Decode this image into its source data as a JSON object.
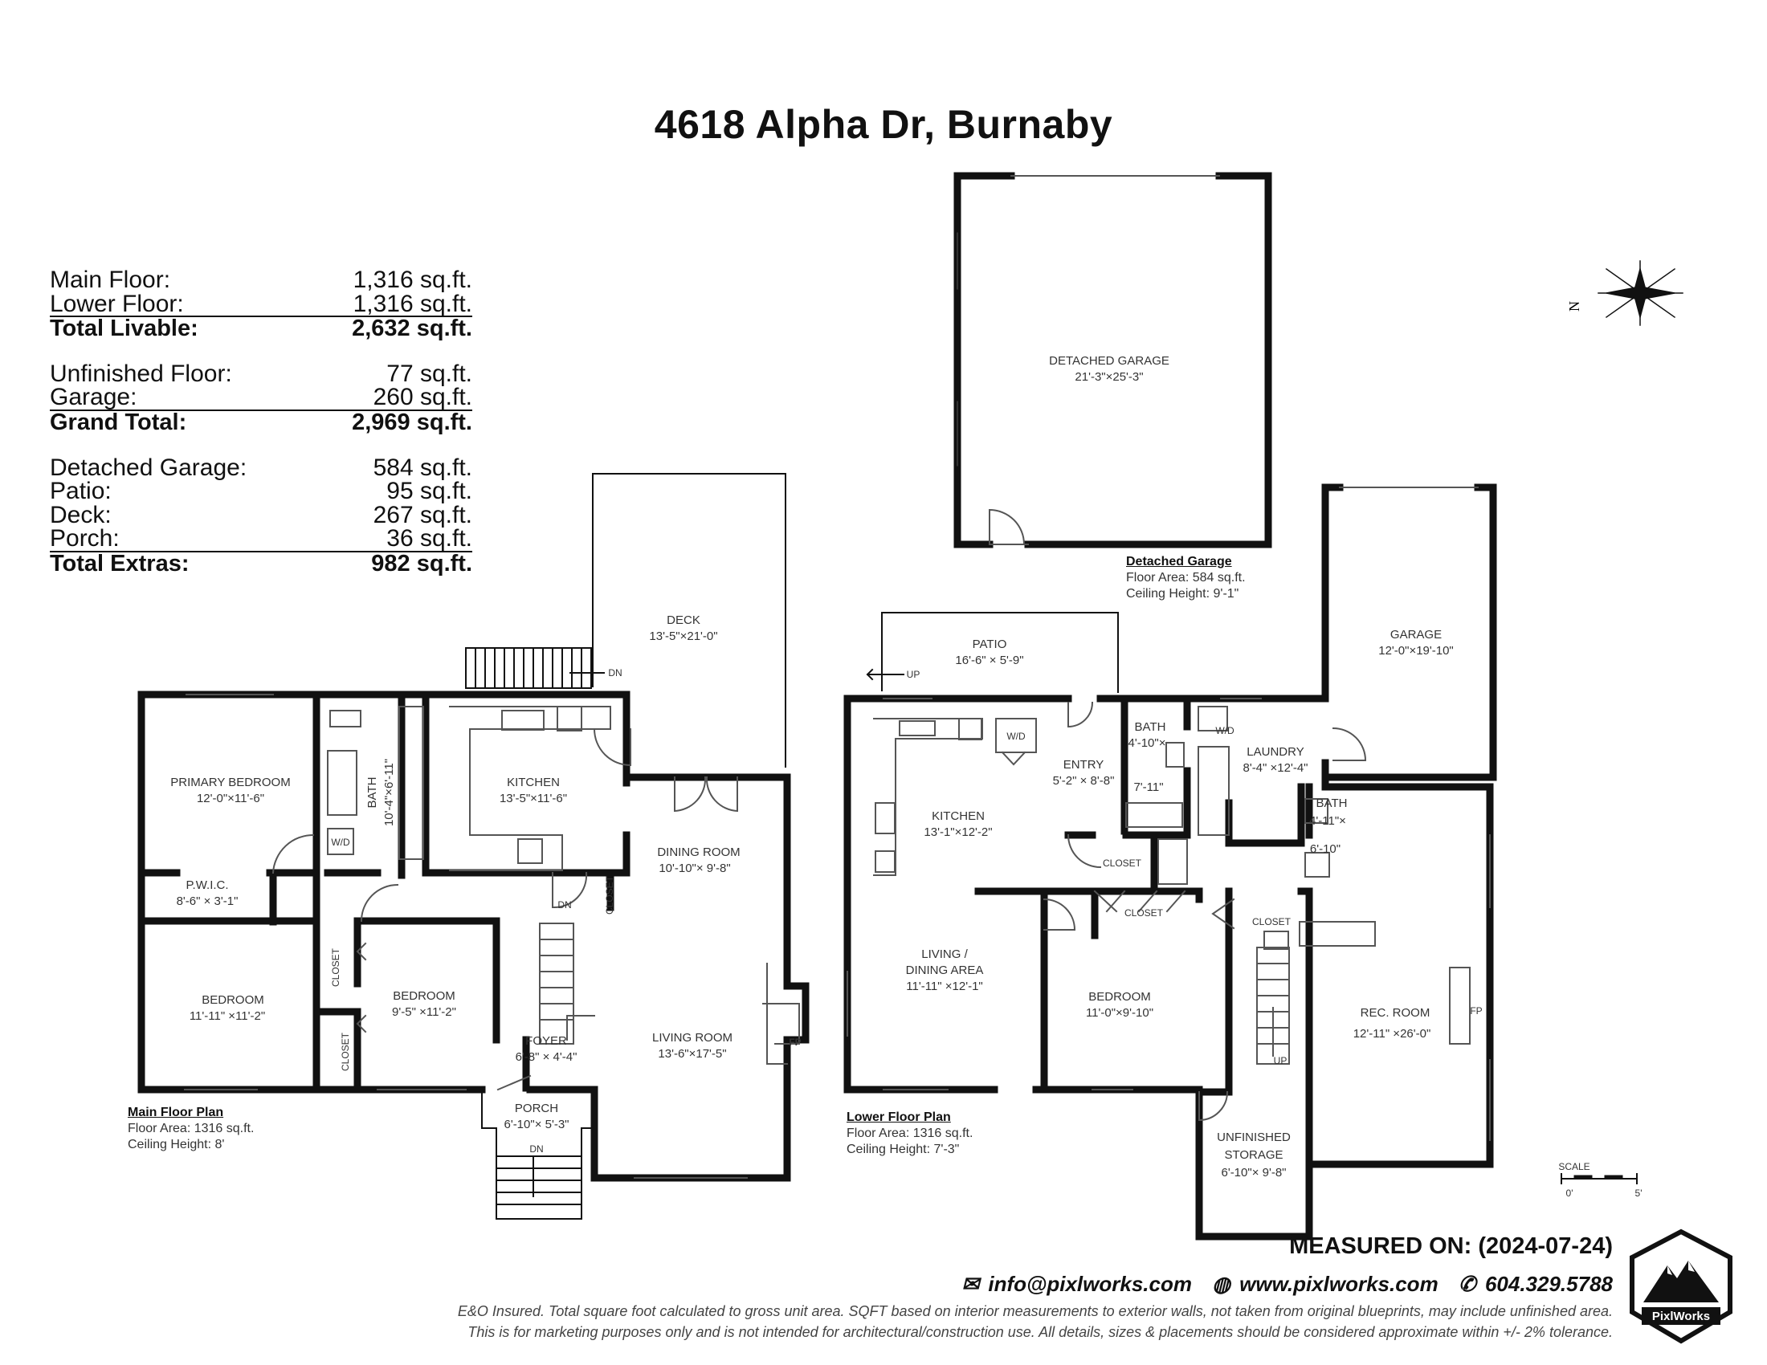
{
  "title": "4618 Alpha Dr, Burnaby",
  "areas": {
    "group1": [
      {
        "label": "Main Floor:",
        "value": "1,316 sq.ft."
      },
      {
        "label": "Lower Floor:",
        "value": "1,316 sq.ft."
      }
    ],
    "total1": {
      "label": "Total Livable:",
      "value": "2,632 sq.ft."
    },
    "group2": [
      {
        "label": "Unfinished Floor:",
        "value": "77 sq.ft."
      },
      {
        "label": "Garage:",
        "value": "260 sq.ft."
      }
    ],
    "total2": {
      "label": "Grand Total:",
      "value": "2,969 sq.ft."
    },
    "group3": [
      {
        "label": "Detached Garage:",
        "value": "584 sq.ft."
      },
      {
        "label": "Patio:",
        "value": "95 sq.ft."
      },
      {
        "label": "Deck:",
        "value": "267 sq.ft."
      },
      {
        "label": "Porch:",
        "value": "36 sq.ft."
      }
    ],
    "total3": {
      "label": "Total Extras:",
      "value": "982 sq.ft."
    }
  },
  "compass": {
    "north": "N"
  },
  "rooms": {
    "detached_garage": {
      "name": "DETACHED GARAGE",
      "dim": "21'-3\"×25'-3\""
    },
    "deck": {
      "name": "DECK",
      "dim": "13'-5\"×21'-0\""
    },
    "primary_bedroom": {
      "name": "PRIMARY BEDROOM",
      "dim": "12'-0\"×11'-6\""
    },
    "bath_main": {
      "name": "BATH",
      "dim": "10'-4\"×6'-11\""
    },
    "kitchen_main": {
      "name": "KITCHEN",
      "dim": "13'-5\"×11'-6\""
    },
    "dining_room": {
      "name": "DINING ROOM",
      "dim": "10'-10\"× 9'-8\""
    },
    "pwic": {
      "name": "P.W.I.C.",
      "dim": "8'-6\" × 3'-1\""
    },
    "bedroom_main1": {
      "name": "BEDROOM",
      "dim": "11'-11\" ×11'-2\""
    },
    "bedroom_main2": {
      "name": "BEDROOM",
      "dim": "9'-5\" ×11'-2\""
    },
    "foyer": {
      "name": "FOYER",
      "dim": "6'-8\" × 4'-4\""
    },
    "living_room": {
      "name": "LIVING ROOM",
      "dim": "13'-6\"×17'-5\""
    },
    "porch": {
      "name": "PORCH",
      "dim": "6'-10\"× 5'-3\""
    },
    "patio": {
      "name": "PATIO",
      "dim": "16'-6\" × 5'-9\""
    },
    "garage": {
      "name": "GARAGE",
      "dim": "12'-0\"×19'-10\""
    },
    "kitchen_lower": {
      "name": "KITCHEN",
      "dim": "13'-1\"×12'-2\""
    },
    "entry": {
      "name": "ENTRY",
      "dim": "5'-2\" × 8'-8\""
    },
    "bath_lower1": {
      "name": "BATH",
      "dim1": "4'-10\"×",
      "dim2": "7'-11\""
    },
    "laundry": {
      "name": "LAUNDRY",
      "dim": "8'-4\" ×12'-4\""
    },
    "bath_lower2": {
      "name": "BATH",
      "dim1": "4'-11\"×",
      "dim2": "6'-10\""
    },
    "living_dining": {
      "name1": "LIVING /",
      "name2": "DINING AREA",
      "dim": "11'-11\" ×12'-1\""
    },
    "bedroom_lower": {
      "name": "BEDROOM",
      "dim": "11'-0\"×9'-10\""
    },
    "rec_room": {
      "name": "REC. ROOM",
      "dim": "12'-11\" ×26'-0\""
    },
    "unfinished_storage": {
      "name1": "UNFINISHED",
      "name2": "STORAGE",
      "dim": "6'-10\"× 9'-8\""
    }
  },
  "small_labels": {
    "closet": "CLOSET",
    "wd": "W/D",
    "fp": "FP",
    "dn": "DN",
    "up": "UP"
  },
  "plans": {
    "detached": {
      "title": "Detached Garage",
      "line1": "Floor Area: 584 sq.ft.",
      "line2": "Ceiling Height: 9'-1\""
    },
    "main": {
      "title": "Main Floor Plan",
      "line1": "Floor Area: 1316 sq.ft.",
      "line2": "Ceiling Height: 8'"
    },
    "lower": {
      "title": "Lower Floor Plan",
      "line1": "Floor Area: 1316 sq.ft.",
      "line2": "Ceiling Height: 7'-3\""
    }
  },
  "scale": {
    "label": "SCALE",
    "start": "0'",
    "end": "5'"
  },
  "measured": "MEASURED ON: (2024-07-24)",
  "contact": {
    "email": "info@pixlworks.com",
    "web": "www.pixlworks.com",
    "phone": "604.329.5788"
  },
  "disclaimer": {
    "line1": "E&O Insured. Total square foot calculated to gross unit area. SQFT based on interior measurements to exterior walls, not taken from original blueprints, may include unfinished area.",
    "line2": "This is for marketing purposes only and is not intended for architectural/construction use.  All details, sizes & placements should be considered approximate within +/- 2%  tolerance."
  },
  "logo": {
    "text": "PixlWorks"
  }
}
